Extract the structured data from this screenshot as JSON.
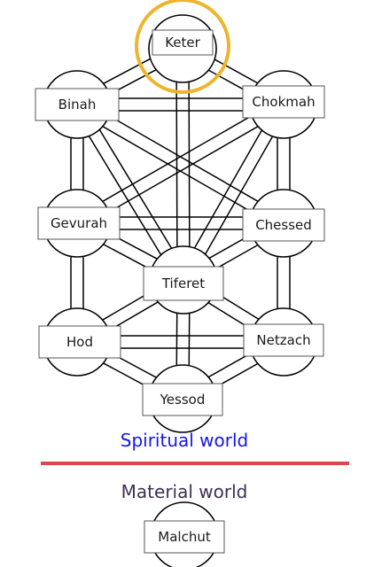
{
  "nodes": {
    "keter": "Keter",
    "binah": "Binah",
    "chokmah": "Chokmah",
    "gevurah": "Gevurah",
    "chessed": "Chessed",
    "tiferet": "Tiferet",
    "hod": "Hod",
    "netzach": "Netzach",
    "yessod": "Yessod",
    "malchut": "Malchut"
  },
  "labels": {
    "spiritual": "Spiritual world",
    "material": "Material world"
  },
  "colors": {
    "highlight": "#EDB52C",
    "divider": "#E0454A",
    "spiritual": "#1616E8",
    "material": "#3F2E55",
    "line": "#000000"
  }
}
